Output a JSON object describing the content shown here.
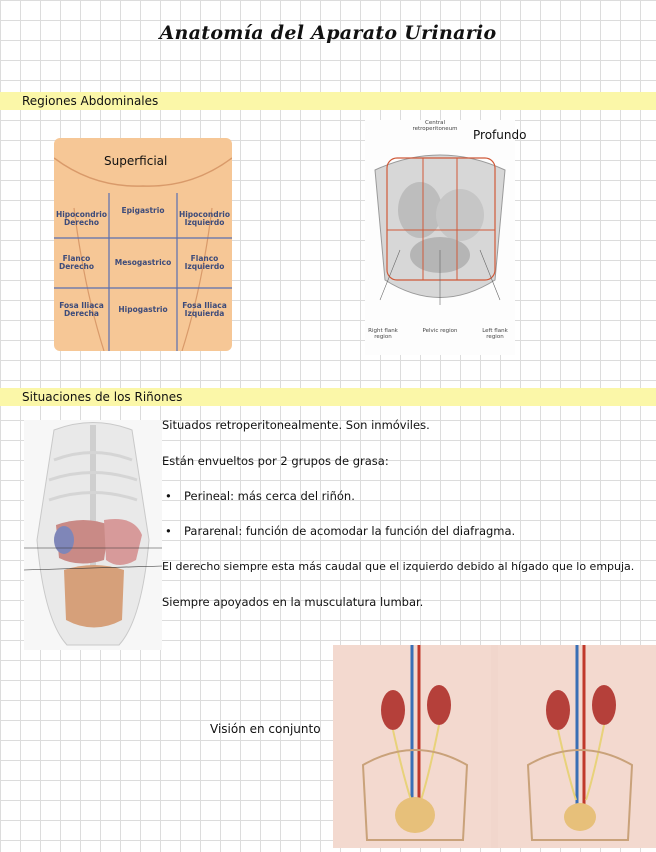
{
  "title": "Anatomía del Aparato Urinario",
  "sections": {
    "abdominal": "Regiones Abdominales",
    "kidneys": "Situaciones de los Riñones"
  },
  "superficial": {
    "label": "Superficial",
    "regions": [
      "Hipocondrio Derecho",
      "Epigastrio",
      "Hipocondrio Izquierdo",
      "Flanco Derecho",
      "Mesogastrico",
      "Flanco Izquierdo",
      "Fosa Iliaca Derecha",
      "Hipogastrio",
      "Fosa Iliaca Izquierda"
    ]
  },
  "deep": {
    "label": "Profundo",
    "top_label": "Central retroperitoneum",
    "bottom_labels": [
      "Right flank region",
      "Pelvic region",
      "Left flank region"
    ]
  },
  "kidney_text": {
    "l1": "Situados retroperitonealmente. Son inmóviles.",
    "l2": "Están envueltos por 2 grupos de grasa:",
    "b1": "Perineal: más cerca del riñón.",
    "b2": "Pararenal: función de acomodar la función del diafragma.",
    "l3": "El derecho siempre esta más caudal que el izquierdo debido al hígado que lo empuja.",
    "l4": "Siempre apoyados en la musculatura lumbar."
  },
  "overview_label": "Visión en conjunto",
  "colors": {
    "highlight": "#fbf7a8",
    "skin": "#f6c796",
    "region_text": "#3d4b7a",
    "grid_line": "#5a6fb0",
    "deep_line": "#d05a3a"
  }
}
